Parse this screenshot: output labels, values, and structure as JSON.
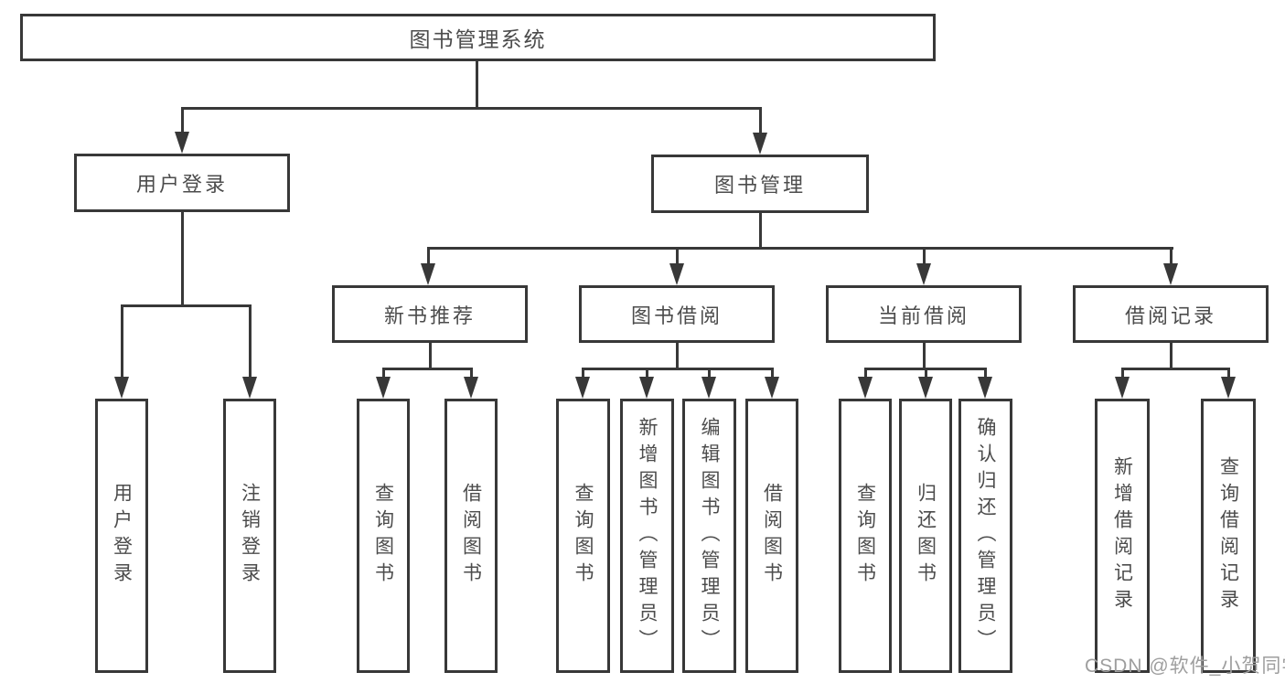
{
  "diagram": {
    "root": "图书管理系统",
    "level2": {
      "login": "用户登录",
      "management": "图书管理"
    },
    "level3": [
      "新书推荐",
      "图书借阅",
      "当前借阅",
      "借阅记录"
    ],
    "leaves": {
      "login": [
        "用户登录",
        "注销登录"
      ],
      "recommend": [
        "查询图书",
        "借阅图书"
      ],
      "borrow": [
        "查询图书",
        "新增图书（管理员）",
        "编辑图书（管理员）",
        "借阅图书"
      ],
      "current": [
        "查询图书",
        "归还图书",
        "确认归还（管理员）"
      ],
      "records": [
        "新增借阅记录",
        "查询借阅记录"
      ]
    }
  },
  "watermark": "CSDN @软件_小贺同学",
  "colors": {
    "line": "#383838",
    "text": "#4c4c4c",
    "watermark": "#9e9e9e",
    "background": "#ffffff"
  }
}
